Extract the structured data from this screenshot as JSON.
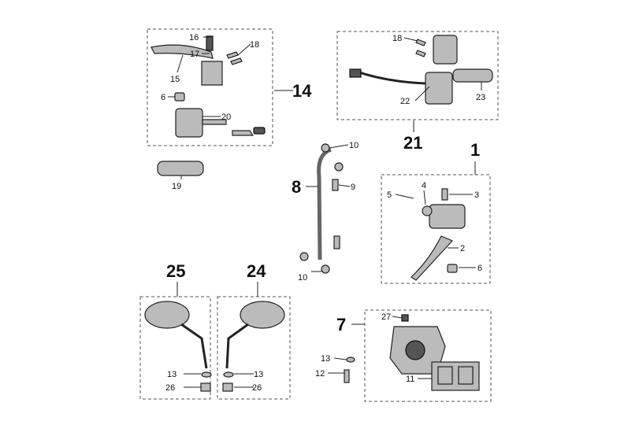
{
  "diagram": {
    "groups": [
      {
        "id": "14",
        "parts": [
          "16",
          "17",
          "18",
          "15",
          "6",
          "20"
        ]
      },
      {
        "id": "21",
        "parts": [
          "18",
          "22",
          "23"
        ]
      },
      {
        "id": "1",
        "parts": [
          "4",
          "5",
          "3",
          "2",
          "6"
        ]
      },
      {
        "id": "8",
        "parts": [
          "10",
          "9",
          "10"
        ]
      },
      {
        "id": "25",
        "parts": [
          "13",
          "26"
        ]
      },
      {
        "id": "24",
        "parts": [
          "13",
          "26"
        ]
      },
      {
        "id": "7",
        "parts": [
          "27",
          "13",
          "12",
          "11"
        ]
      }
    ],
    "standalone": [
      "19"
    ]
  }
}
